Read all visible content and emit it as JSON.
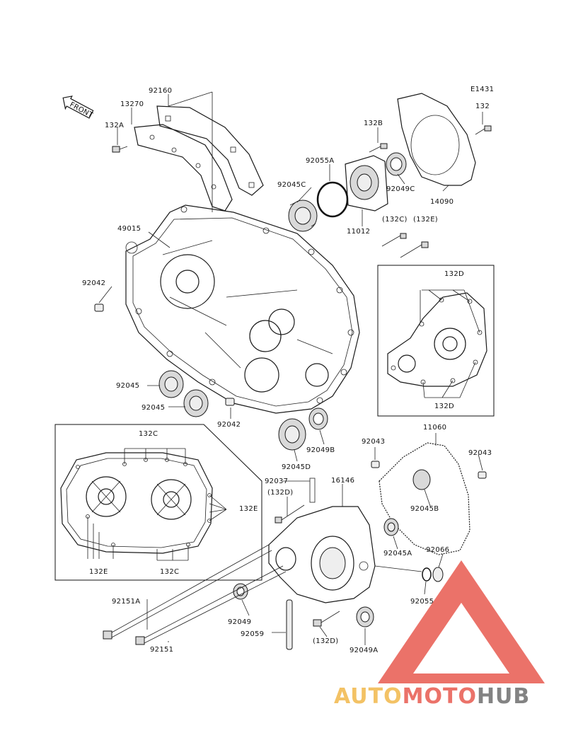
{
  "diagram_id": "E1431",
  "front_label": "FRONT",
  "part_labels": {
    "p92160": "92160",
    "p13270": "13270",
    "p132A": "132A",
    "p132": "132",
    "p132B": "132B",
    "p92055A": "92055A",
    "p92045C": "92045C",
    "p92049C": "92049C",
    "p14090": "14090",
    "p11012": "11012",
    "p132C_paren": "(132C)",
    "p132E_paren": "(132E)",
    "p49015": "49015",
    "p92042a": "92042",
    "p132D_box": "132D",
    "p132D_box_bottom": "132D",
    "p92045a": "92045",
    "p92045b": "92045",
    "p92042b": "92042",
    "p92049B": "92049B",
    "p92045D": "92045D",
    "p132C_top": "132C",
    "p132E_side": "132E",
    "p132E_bottom": "132E",
    "p132C_bottom": "132C",
    "p92043a": "92043",
    "p11060": "11060",
    "p92043b": "92043",
    "p92037": "92037",
    "p132D_paren_a": "(132D)",
    "p16146": "16146",
    "p92045B": "92045B",
    "p92045A": "92045A",
    "p92066": "92066",
    "p92055": "92055",
    "p92151A": "92151A",
    "p92049": "92049",
    "p92059": "92059",
    "p132D_paren_b": "(132D)",
    "p92049A": "92049A",
    "p92151": "92151"
  },
  "watermark": {
    "text_auto": "AUTO",
    "text_moto": "MOTO",
    "text_hub": "HUB",
    "color_auto": "#f2b84b",
    "color_moto": "#e85a4f",
    "color_hub": "#6e6e6e",
    "triangle_color": "#e85a4f"
  }
}
